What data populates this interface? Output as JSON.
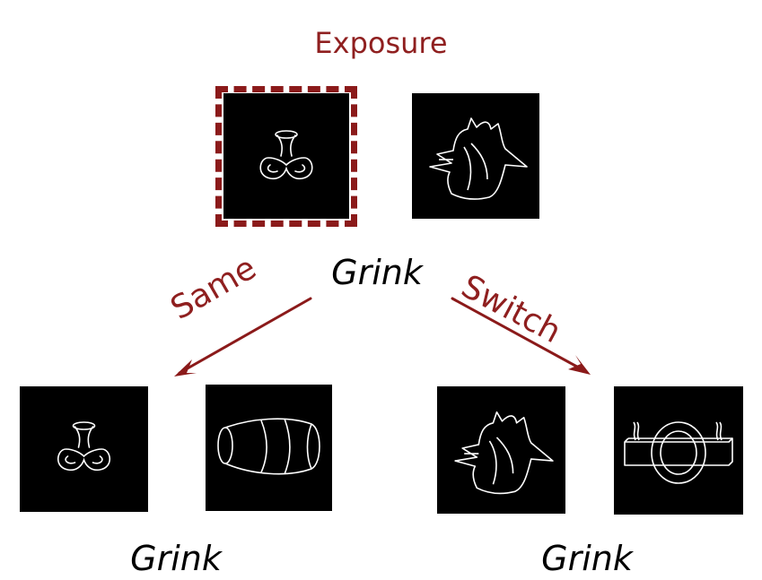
{
  "header": {
    "title": "Exposure"
  },
  "exposure_label": "Grink",
  "branches": {
    "same": {
      "label": "Same",
      "word": "Grink"
    },
    "switch": {
      "label": "Switch",
      "word": "Grink"
    }
  },
  "colors": {
    "accent": "#8b1a1a",
    "panel": "#000000",
    "stroke": "#ffffff"
  },
  "panels": {
    "exposure_left": {
      "object": "ring-stand-object",
      "highlighted": true
    },
    "exposure_right": {
      "object": "spiky-shell-object",
      "highlighted": false
    },
    "same_left": {
      "object": "ring-stand-object"
    },
    "same_right": {
      "object": "barrel-object"
    },
    "switch_left": {
      "object": "spiky-shell-object"
    },
    "switch_right": {
      "object": "ring-bar-object"
    }
  }
}
